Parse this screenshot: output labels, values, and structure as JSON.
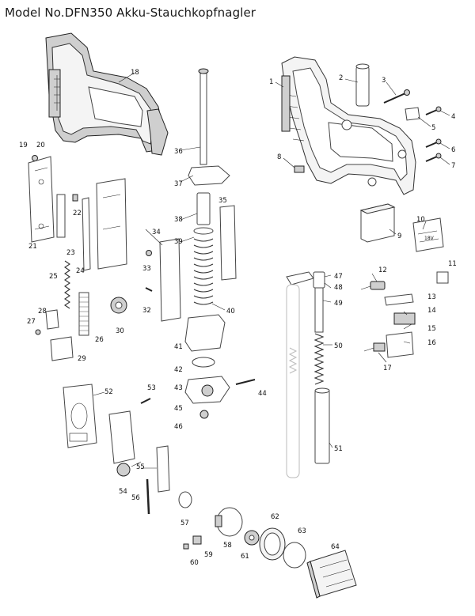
{
  "title": "Model No.DFN350 Akku-Stauchkopfnagler",
  "callouts": [
    "1",
    "2",
    "3",
    "4",
    "5",
    "6",
    "7",
    "8",
    "9",
    "10",
    "11",
    "12",
    "13",
    "14",
    "15",
    "16",
    "17",
    "18",
    "19",
    "20",
    "21",
    "22",
    "23",
    "24",
    "25",
    "26",
    "27",
    "28",
    "29",
    "30",
    "32",
    "33",
    "34",
    "35",
    "36",
    "37",
    "38",
    "39",
    "40",
    "41",
    "42",
    "43",
    "44",
    "45",
    "46",
    "47",
    "48",
    "49",
    "50",
    "51",
    "52",
    "53",
    "54",
    "55",
    "56",
    "57",
    "58",
    "59",
    "60",
    "61",
    "62",
    "63",
    "64"
  ]
}
